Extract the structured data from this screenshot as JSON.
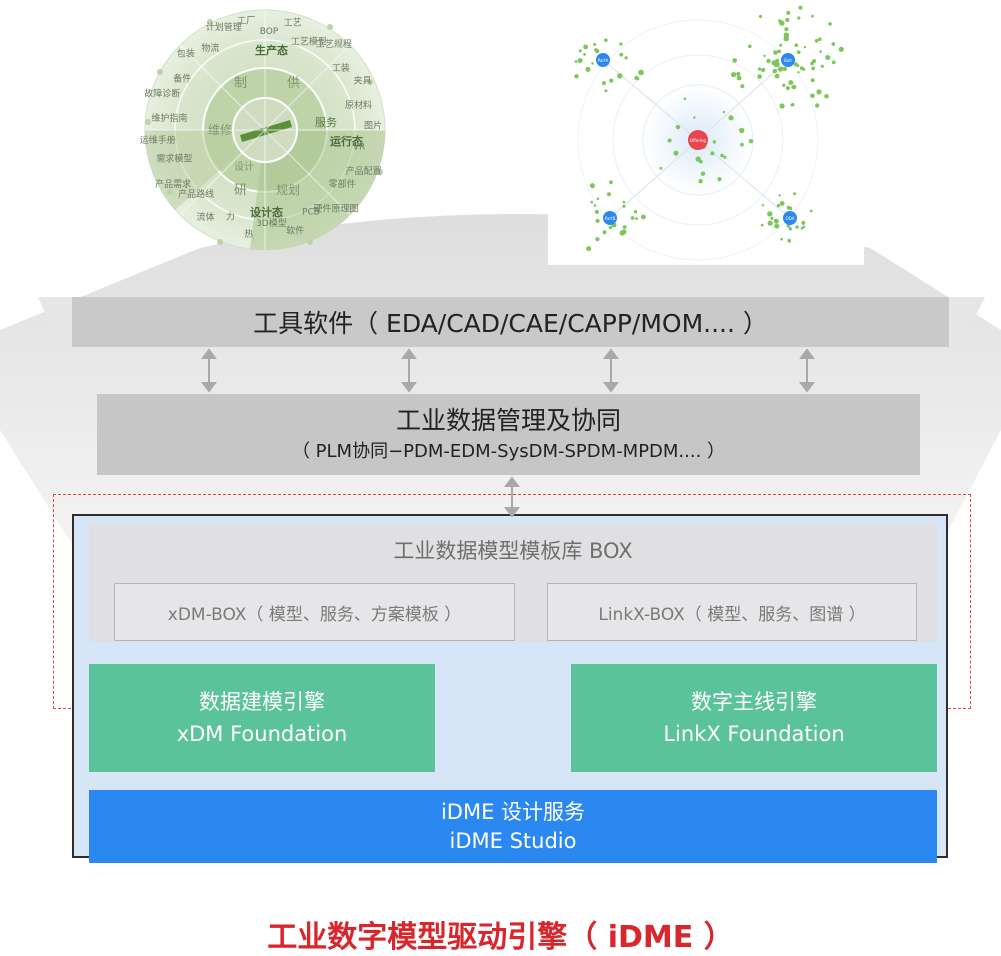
{
  "tool_layer": {
    "label": "工具软件（ EDA/CAD/CAE/CAPP/MOM.... ）"
  },
  "data_layer": {
    "title": "工业数据管理及协同",
    "subtitle": "（ PLM协同−PDM-EDM-SysDM-SPDM-MPDM.... ）"
  },
  "template_library": {
    "title": "工业数据模型模板库 BOX",
    "xdm_box": "xDM-BOX（ 模型、服务、方案模板 ）",
    "linkx_box": "LinkX-BOX（ 模型、服务、图谱 ）"
  },
  "xdm_foundation": {
    "cn": "数据建模引擎",
    "en": "xDM Foundation"
  },
  "linkx_foundation": {
    "cn": "数字主线引擎",
    "en": "LinkX Foundation"
  },
  "studio": {
    "cn": "iDME 设计服务",
    "en": "iDME Studio"
  },
  "engine_title": "工业数字模型驱动引擎（ iDME ）",
  "lifecycle_wheel": {
    "stages": [
      "生产态",
      "运行态",
      "设计态"
    ],
    "segments": [
      "制",
      "供",
      "服务",
      "研",
      "规划",
      "维修",
      "设计"
    ],
    "labels": [
      "工厂",
      "BOP",
      "工艺",
      "工艺模型",
      "工艺规程",
      "工装",
      "夹具",
      "原材料",
      "图片",
      "VR",
      "产品配置",
      "零部件",
      "硬件原理图",
      "PCB",
      "软件",
      "3D模型",
      "热",
      "力",
      "流体",
      "产品路线",
      "产品需求",
      "需求模型",
      "运维手册",
      "维护指南",
      "故障诊断",
      "备件",
      "包装",
      "物流",
      "计划管理"
    ]
  },
  "graph": {
    "center_node": "Offering",
    "nodes": [
      "PartA",
      "Bolt",
      "PartB",
      "ODA"
    ]
  },
  "colors": {
    "tool_bg": "#c9c9c9",
    "engine_bg": "#d6e6f7",
    "green": "#5bc399",
    "blue": "#2b88f0",
    "red": "#d7262c",
    "dashed": "#e04646"
  }
}
